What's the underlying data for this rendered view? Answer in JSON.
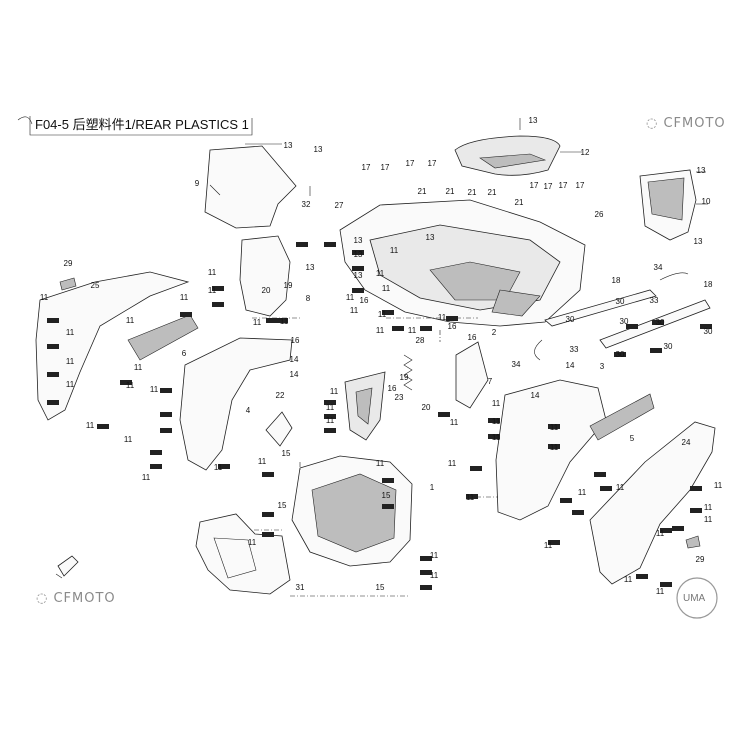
{
  "header": {
    "title": "F04-5 后塑料件1/REAR PLASTICS 1"
  },
  "brand": {
    "name": "CFMOTO",
    "badge": "UMA"
  },
  "colors": {
    "ink": "#111111",
    "logo_gray": "#8a8a8a",
    "part_fill": "#fafafa",
    "part_shade": "#bdbdbd"
  },
  "callouts": [
    "1",
    "2",
    "3",
    "4",
    "5",
    "6",
    "7",
    "8",
    "9",
    "10",
    "11",
    "12",
    "13",
    "14",
    "15",
    "16",
    "17",
    "18",
    "19",
    "20",
    "21",
    "22",
    "23",
    "24",
    "25",
    "26",
    "27",
    "28",
    "29",
    "30",
    "31",
    "32",
    "33",
    "34"
  ],
  "hardware_chip_text": "■■■"
}
